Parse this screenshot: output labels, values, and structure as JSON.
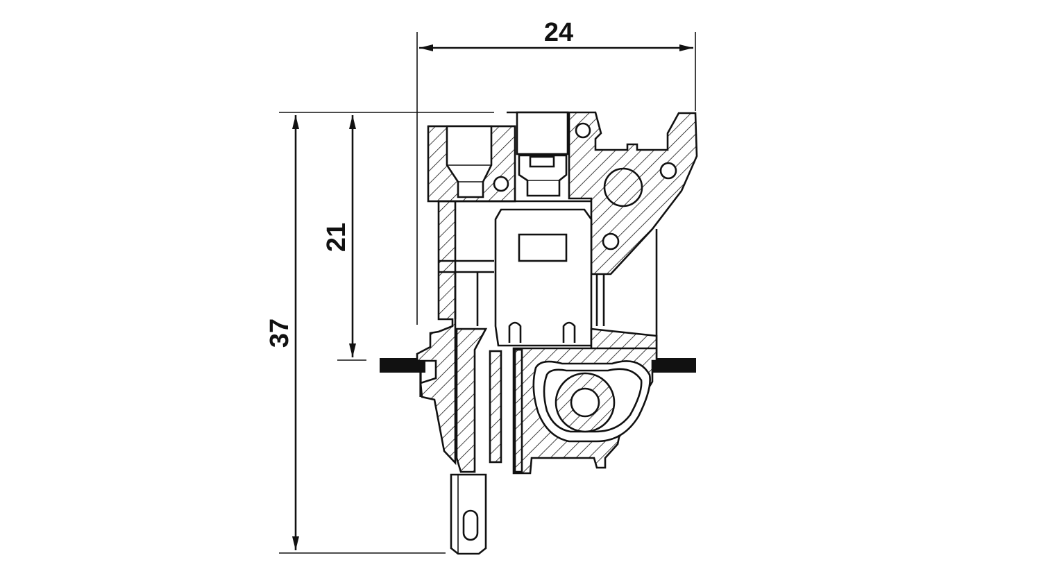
{
  "drawing": {
    "type": "technical-dimension-drawing",
    "dimensions": {
      "width": "24",
      "height_upper": "21",
      "height_total": "37"
    },
    "colors": {
      "line": "#111111",
      "background": "#ffffff"
    }
  }
}
